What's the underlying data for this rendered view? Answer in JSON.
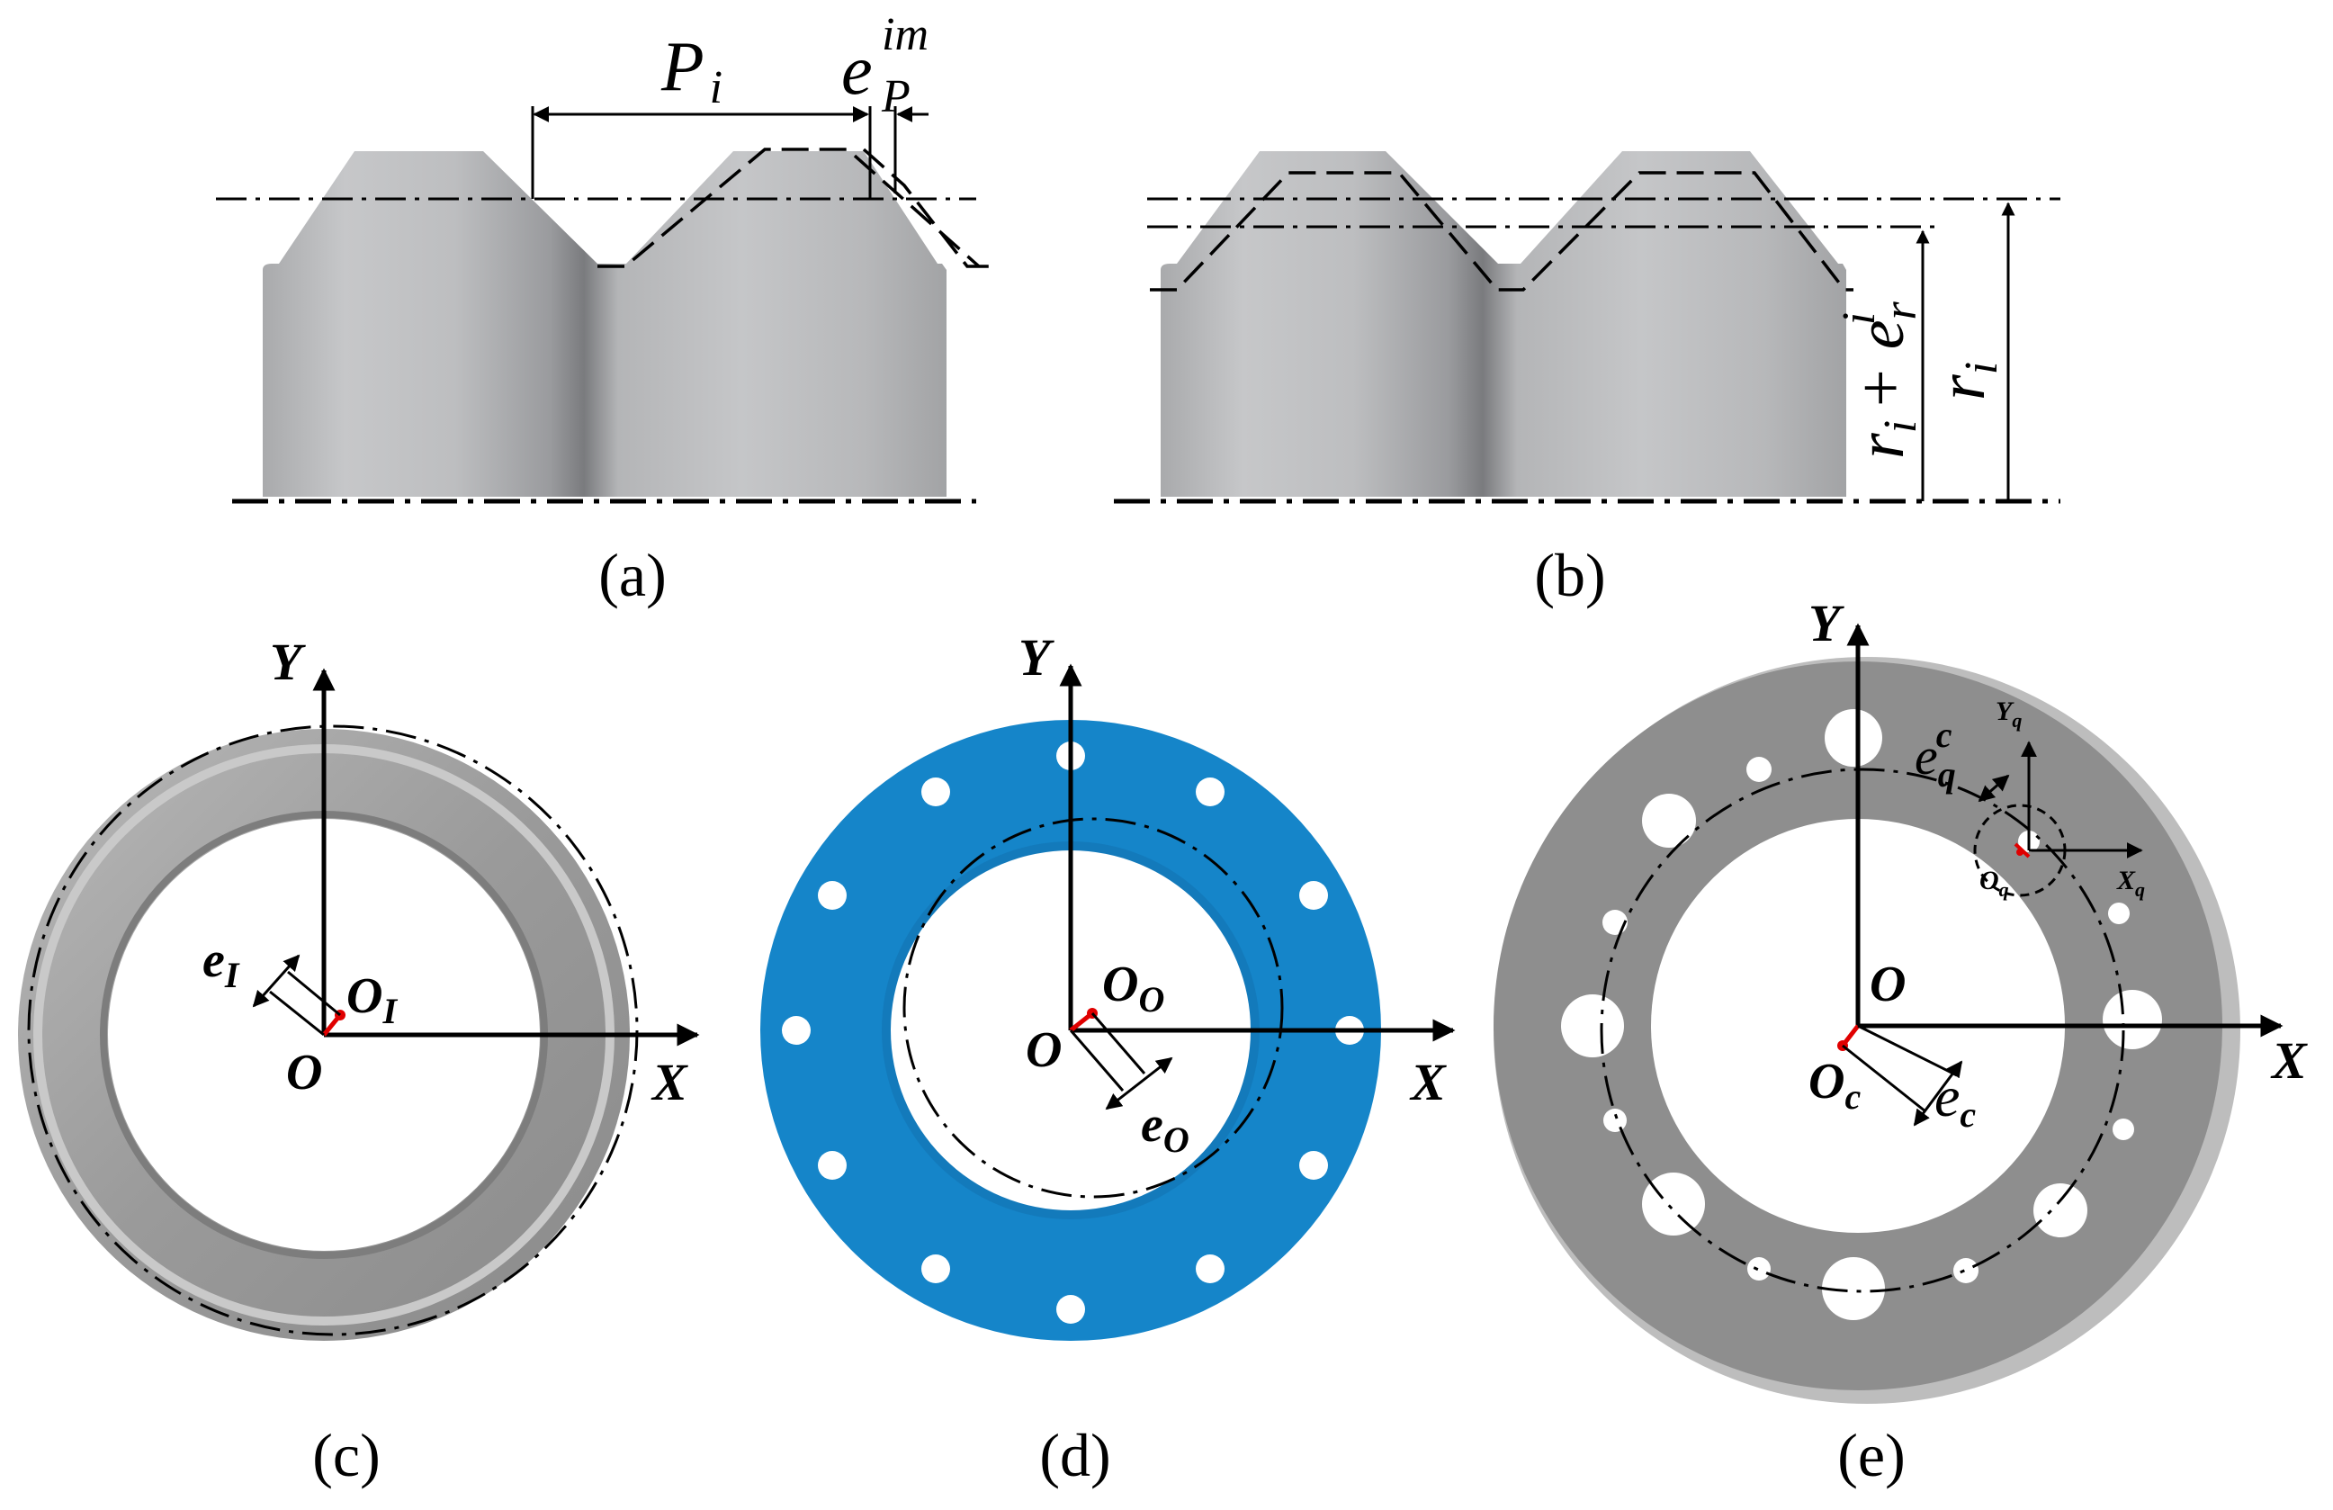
{
  "panels": {
    "a": {
      "caption": "(a)",
      "pitch_label": "P",
      "pitch_sub": "i",
      "error_label": "e",
      "error_sub": "P",
      "error_sup": "im"
    },
    "b": {
      "caption": "(b)",
      "radius_label": "r",
      "radius_sub": "i",
      "radius_err_label": "r",
      "radius_err_sub": "i",
      "radius_err_plus": "+ e",
      "radius_err_esub": "r",
      "radius_err_esup": "i"
    },
    "c": {
      "caption": "(c)",
      "y_axis": "Y",
      "x_axis": "X",
      "origin": "O",
      "center": "O",
      "center_sub": "I",
      "ecc": "e",
      "ecc_sub": "I"
    },
    "d": {
      "caption": "(d)",
      "y_axis": "Y",
      "x_axis": "X",
      "origin": "O",
      "center": "O",
      "center_sub": "O",
      "ecc": "e",
      "ecc_sub": "O"
    },
    "e": {
      "caption": "(e)",
      "y_axis": "Y",
      "x_axis": "X",
      "origin": "O",
      "center": "O",
      "center_sub": "c",
      "ecc": "e",
      "ecc_sub": "c",
      "hole_ecc": "e",
      "hole_ecc_sub": "q",
      "hole_ecc_sup": "c",
      "hole_center": "O",
      "hole_center_sub": "q",
      "hole_x": "X",
      "hole_x_sub": "q",
      "hole_y": "Y",
      "hole_y_sub": "q"
    }
  },
  "colors": {
    "gray_part": "#8c8c8c",
    "blue_part": "#1585c9",
    "center_marker": "#e00000"
  }
}
